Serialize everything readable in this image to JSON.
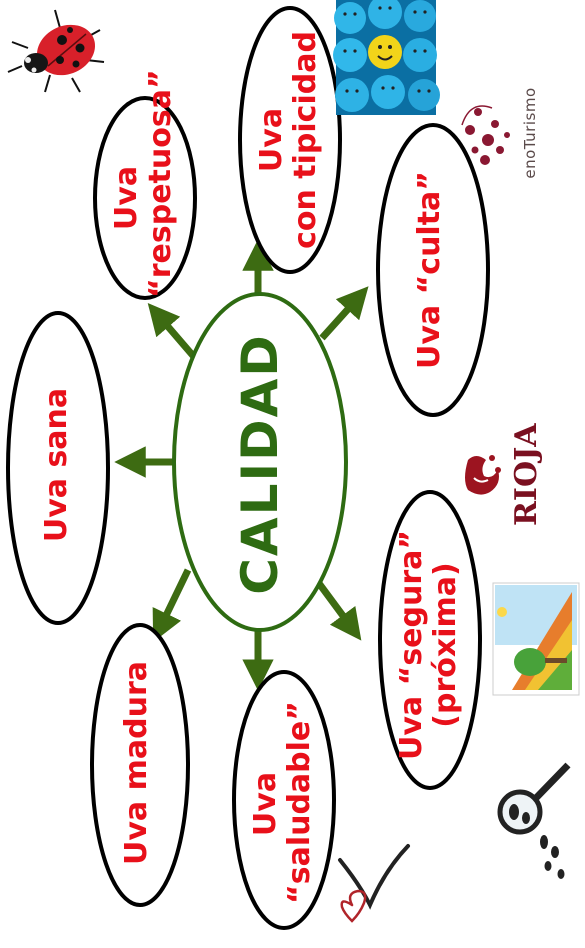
{
  "center": {
    "label": "CALIDAD"
  },
  "nodes": [
    {
      "id": "sana",
      "lines": [
        "Uva sana"
      ]
    },
    {
      "id": "madura",
      "lines": [
        "Uva madura"
      ]
    },
    {
      "id": "saludable",
      "lines": [
        "Uva",
        "“saludable”"
      ]
    },
    {
      "id": "respetuosa",
      "lines": [
        "Uva",
        "“respetuosa”"
      ]
    },
    {
      "id": "tipicidad",
      "lines": [
        "Uva",
        "con tipicidad"
      ]
    },
    {
      "id": "culta",
      "lines": [
        "Uva “culta”"
      ]
    },
    {
      "id": "segura",
      "lines": [
        "Uva “segura”",
        "(próxima)"
      ]
    }
  ],
  "logos": {
    "enoturismo": "enoTurismo",
    "rioja": "RIOJA"
  },
  "colors": {
    "text_red": "#e8101a",
    "center_green": "#2e6b12",
    "arrow_green": "#3d6b12"
  }
}
